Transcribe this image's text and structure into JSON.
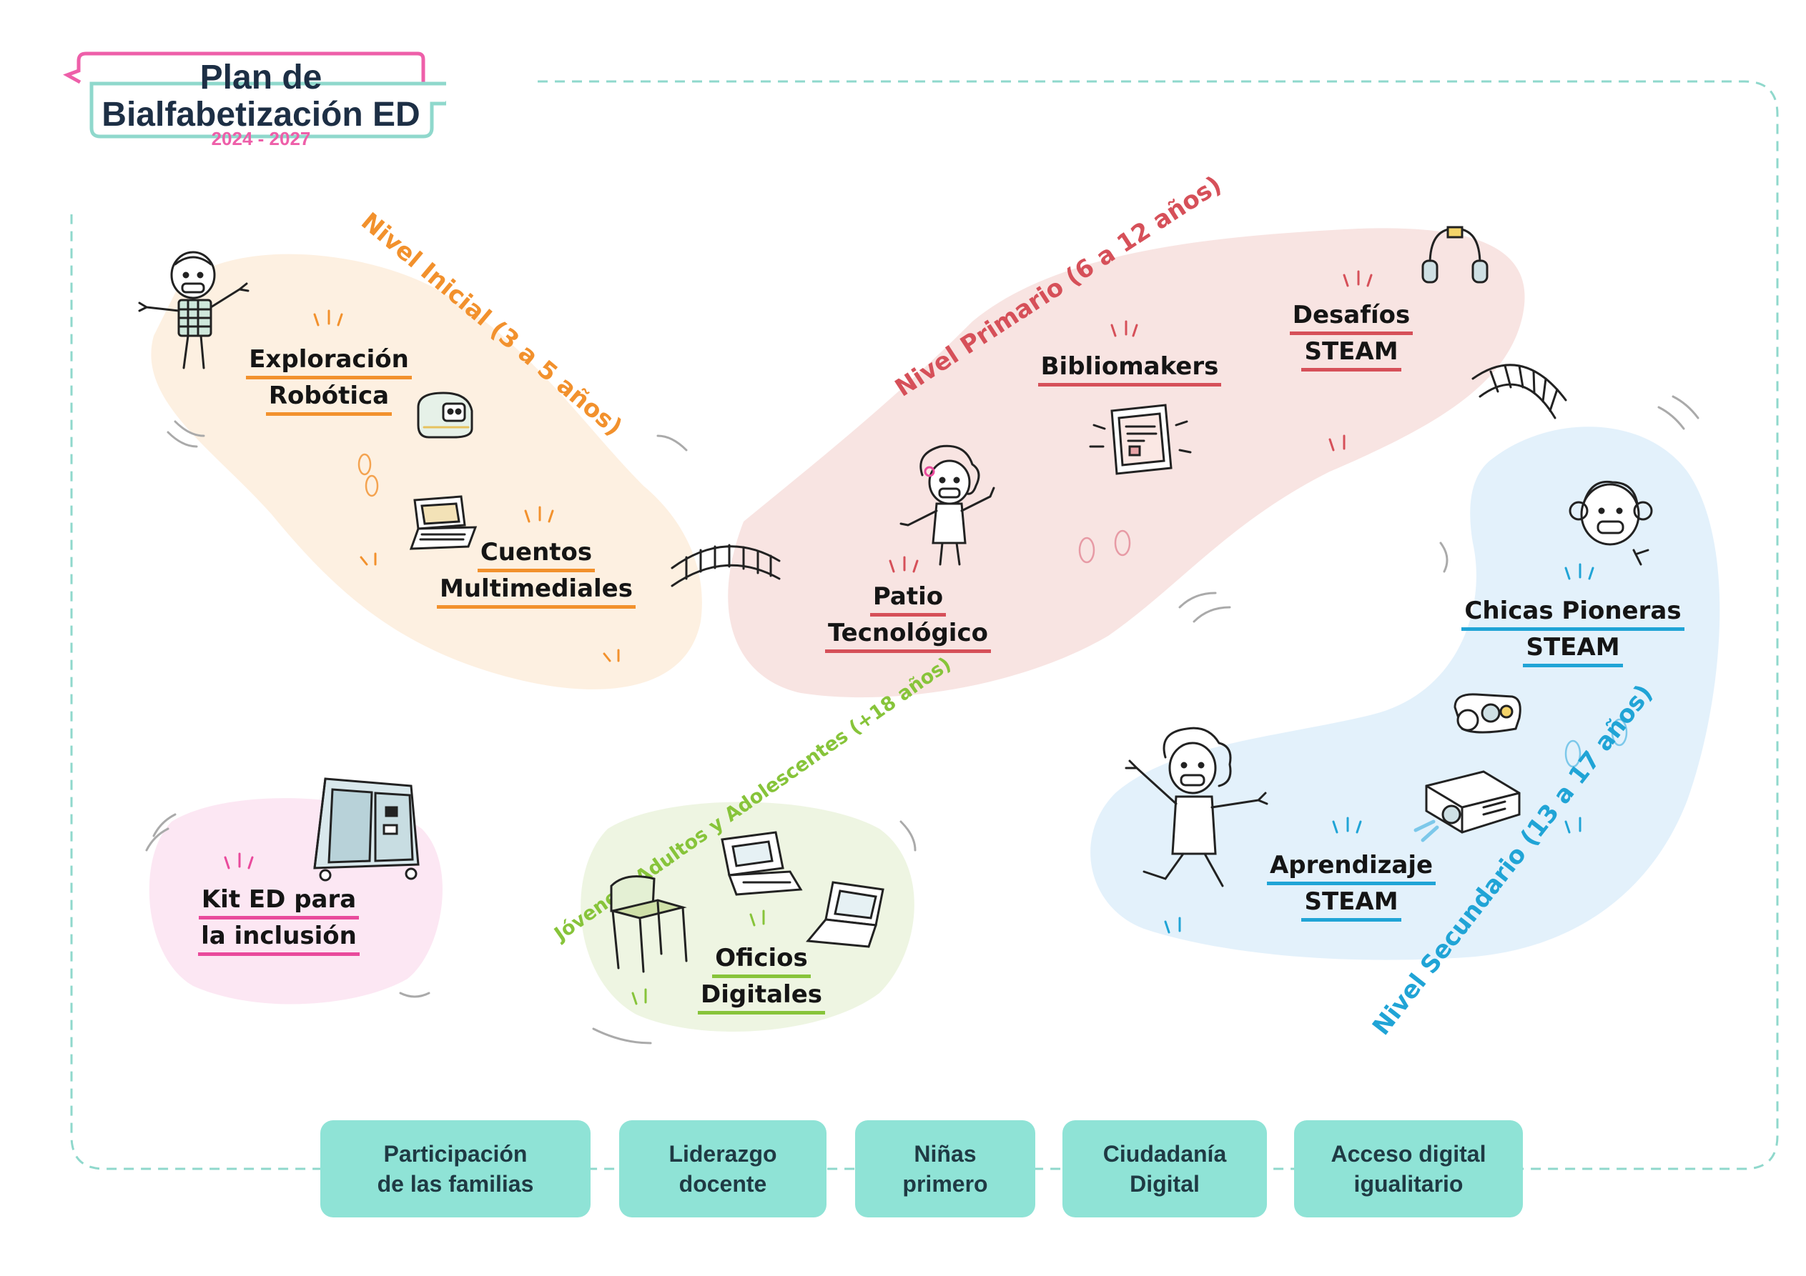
{
  "header": {
    "line1": "Plan de",
    "line2": "Bialfabetización ED",
    "years": "2024 - 2027"
  },
  "levels": {
    "inicial": "Nivel Inicial (3 a 5 años)",
    "primario": "Nivel Primario (6 a 12 años)",
    "secundario": "Nivel Secundario (13 a 17 años)",
    "adultos": "Jóvenes, Adultos y Adolescentes (+18 años)"
  },
  "programs": {
    "exploracion": [
      "Exploración",
      "Robótica"
    ],
    "cuentos": [
      "Cuentos",
      "Multimediales"
    ],
    "patio": [
      "Patio",
      "Tecnológico"
    ],
    "bibliomakers": [
      "Bibliomakers"
    ],
    "desafios": [
      "Desafíos",
      "STEAM"
    ],
    "chicas": [
      "Chicas Pioneras",
      "STEAM"
    ],
    "aprendizaje": [
      "Aprendizaje",
      "STEAM"
    ],
    "kit": [
      "Kit ED para",
      "la inclusión"
    ],
    "oficios": [
      "Oficios",
      "Digitales"
    ]
  },
  "pillars": [
    [
      "Participación",
      "de las familias"
    ],
    [
      "Liderazgo",
      "docente"
    ],
    [
      "Niñas",
      "primero"
    ],
    [
      "Ciudadanía",
      "Digital"
    ],
    [
      "Acceso digital",
      "igualitario"
    ]
  ],
  "colors": {
    "inicial": "#f2912d",
    "primario": "#d65059",
    "secundario": "#20a4d6",
    "adultos": "#87c43a",
    "inclusion": "#e94a9c",
    "pillar": "#8fe3d6",
    "frame": "#8fd8cc"
  },
  "icons": [
    "kid-icon",
    "robot-icon",
    "laptop-book-icon",
    "bridge-icon",
    "girl-icon",
    "tablet-icon",
    "headphones-icon",
    "girl-pigtails-icon",
    "vr-camera-icon",
    "projector-icon",
    "boy-icon",
    "kit-cabinet-icon",
    "chair-icon",
    "laptop-icon"
  ]
}
